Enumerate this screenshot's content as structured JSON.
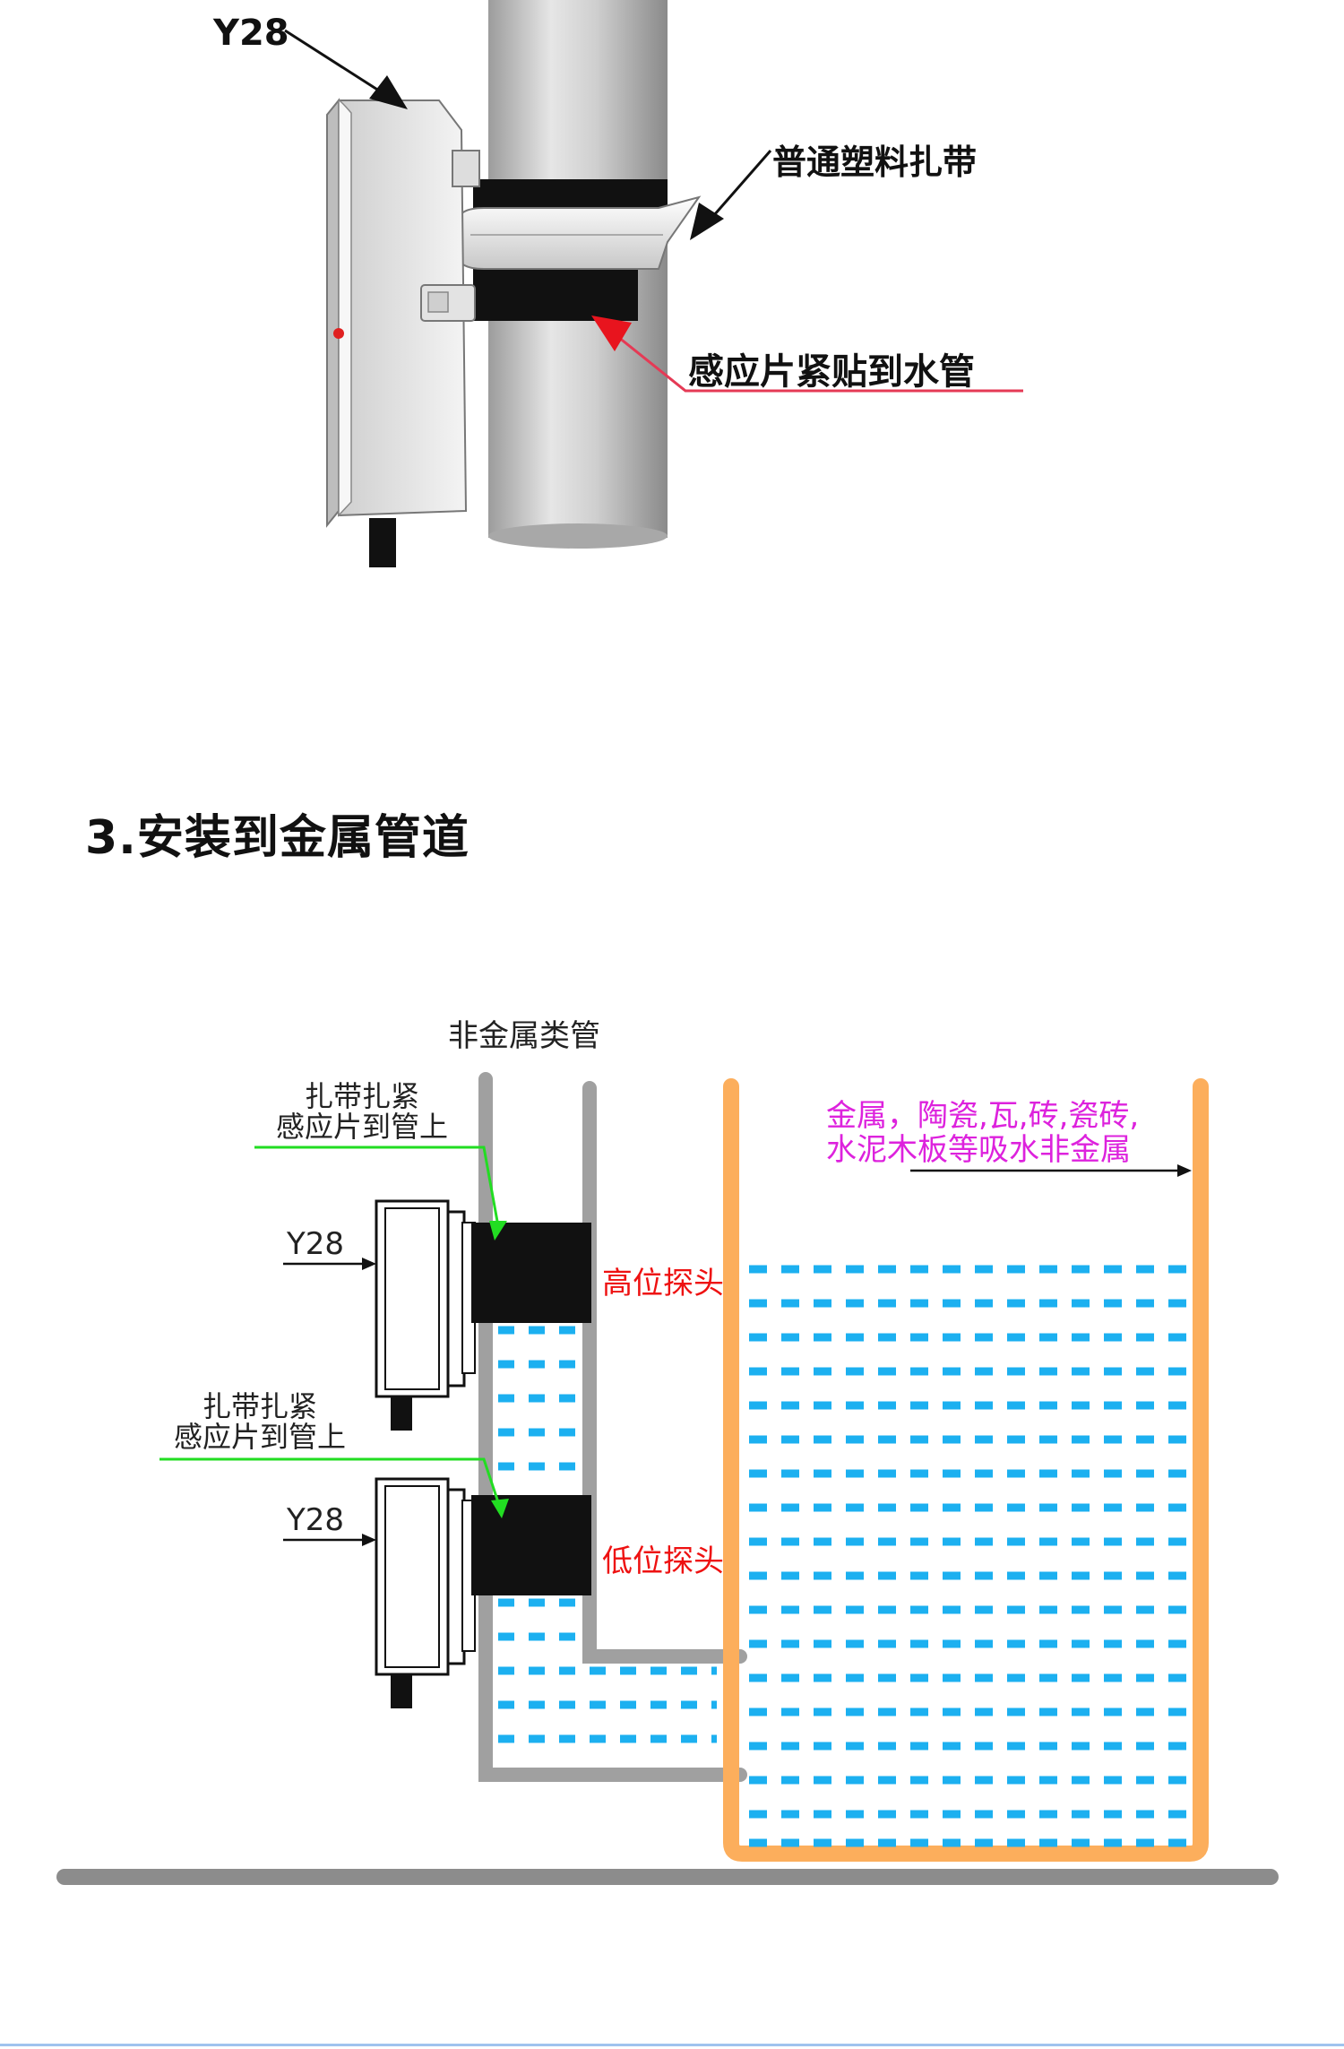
{
  "top_figure": {
    "device_label": "Y28",
    "strap_label": "普通塑料扎带",
    "pad_label": "感应片紧贴到水管"
  },
  "section": {
    "title": "3.安装到金属管道"
  },
  "diagram": {
    "pipe_label": "非金属类管",
    "tie_labels": [
      {
        "line1": "扎带扎紧",
        "line2": "感应片到管上"
      },
      {
        "line1": "扎带扎紧",
        "line2": "感应片到管上"
      }
    ],
    "device_labels": [
      "Y28",
      "Y28"
    ],
    "high_probe_label": "高位探头",
    "low_probe_label": "低位探头",
    "tank_label_line1": "金属，陶瓷,瓦,砖,瓷砖,",
    "tank_label_line2": "水泥木板等吸水非金属",
    "colors": {
      "pipe": "#a0a0a0",
      "tank": "#fcae5c",
      "water": "#1cb0f0",
      "probe_text": "#ee1111",
      "tank_text": "#dd22dd",
      "tie_line": "#22dd22"
    }
  }
}
